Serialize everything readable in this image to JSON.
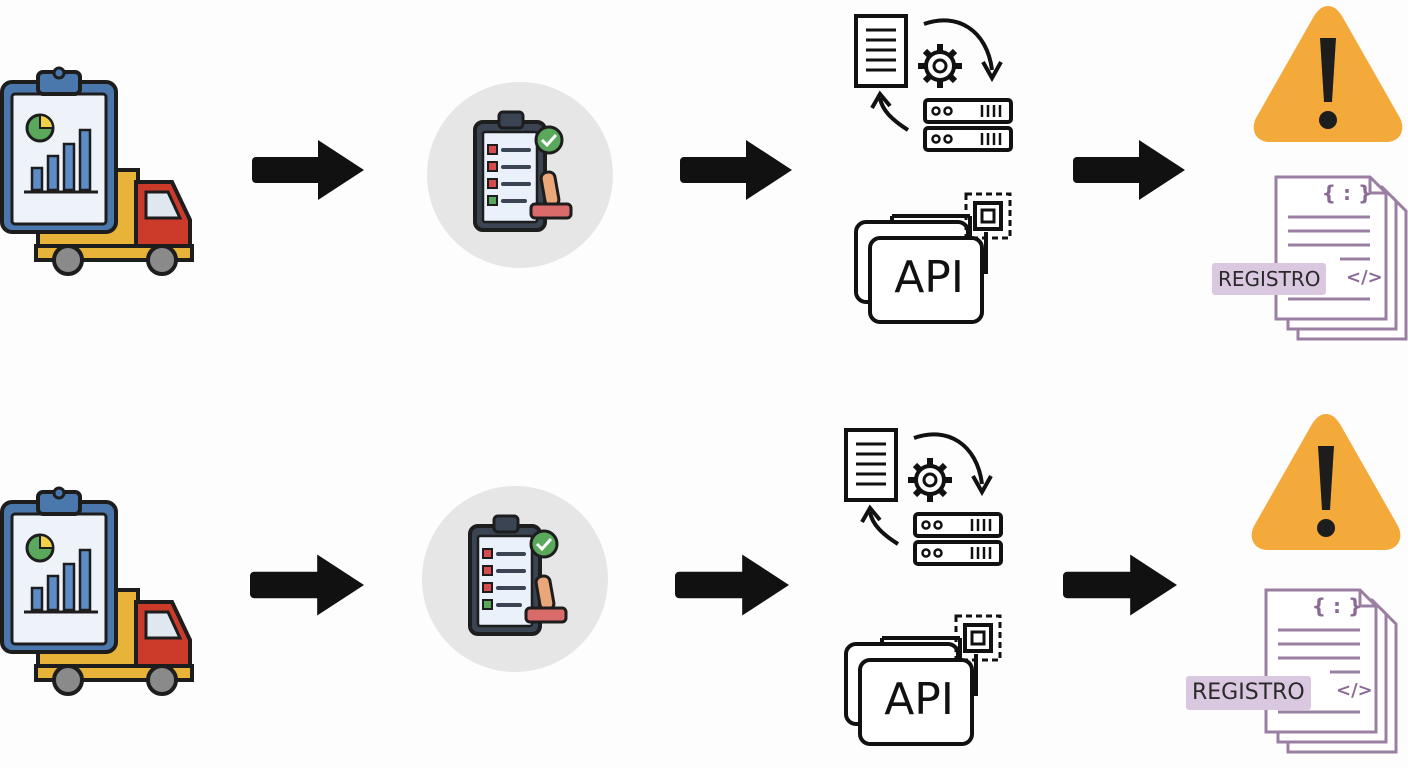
{
  "rows": [
    {
      "api_label": "API",
      "log_badge": "REGISTRO",
      "code_brace": "{ : }",
      "code_tag": "</>"
    },
    {
      "api_label": "API",
      "log_badge": "REGISTRO",
      "code_brace": "{ : }",
      "code_tag": "</>"
    }
  ],
  "colors": {
    "warning_fill": "#f4a93b",
    "badge_fill": "#d9c8df",
    "doc_stroke": "#9a7fa3",
    "truck_body": "#e8b339",
    "truck_cab": "#cc3b2a",
    "clipboard_blue": "#4a78ad",
    "approval_circle": "#e6e6e6",
    "check_green": "#5aa85c"
  },
  "icons": [
    "clipboard-chart-truck-icon",
    "arrow-right-icon",
    "approval-checklist-icon",
    "document-gear-server-sync-icon",
    "api-cards-icon",
    "warning-icon",
    "code-log-document-icon"
  ]
}
